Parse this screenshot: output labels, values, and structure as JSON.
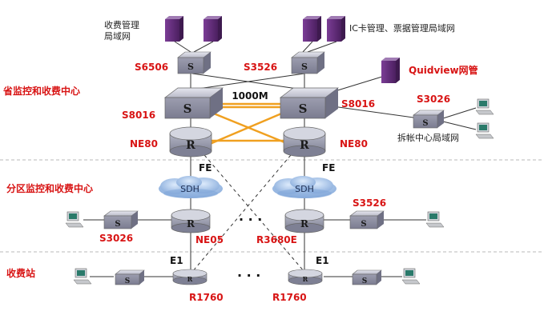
{
  "colors": {
    "red_label": "#d81414",
    "server_purple": "#5b2a73",
    "switch_gray": "#9fa0b0",
    "router_gray": "#9ea0ae",
    "cloud_blue": "#8fb3e3",
    "gigabit_orange": "#f0a020",
    "zone_dash": "#b8b8b8"
  },
  "labels": {
    "charge_lan_line1": "收费管理",
    "charge_lan_line2": "局域网",
    "ic_lan": "IC卡管理、票据管理局域网",
    "s6506": "S6506",
    "s3526_top": "S3526",
    "quidview": "Quidview网管",
    "province_center": "省监控和收费中心",
    "s8016_link": "1000M",
    "s8016_right": "S8016",
    "s8016_left": "S8016",
    "s3026_right": "S3026",
    "split_lan": "拆帐中心局域网",
    "ne80_left": "NE80",
    "ne80_right": "NE80",
    "fe_left": "FE",
    "fe_right": "FE",
    "region_center": "分区监控和收费中心",
    "sdh_left": "SDH",
    "sdh_right": "SDH",
    "s3526_mid": "S3526",
    "s3026_left": "S3026",
    "ne05": "NE05",
    "r3680e": "R3680E",
    "e1_left": "E1",
    "e1_right": "E1",
    "toll_station": "收费站",
    "r1760_left": "R1760",
    "r1760_right": "R1760",
    "dots_mid": "· · ·",
    "dots_bottom": "· · ·"
  },
  "glyphs": {
    "switch": "S",
    "router": "R"
  }
}
